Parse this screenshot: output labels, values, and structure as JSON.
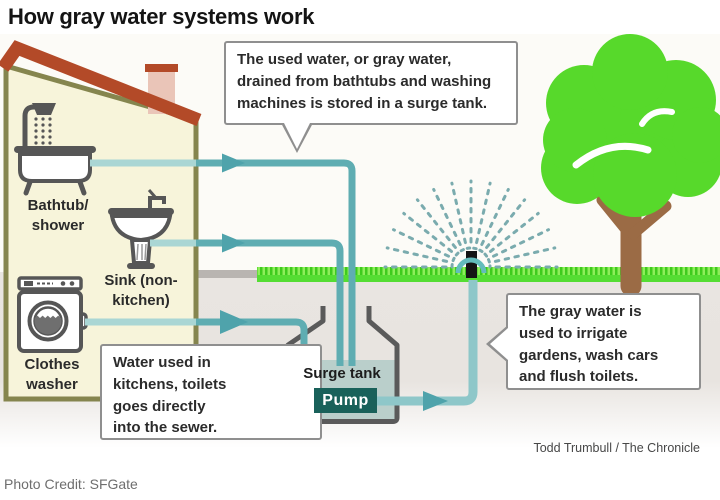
{
  "title": "How gray water systems work",
  "callouts": {
    "surge": "The used water, or gray water,\ndrained from bathtubs and washing\nmachines is stored in a surge tank.",
    "sewer": "Water used in\nkitchens, toilets\ngoes directly\ninto the sewer.",
    "irrigate": "The gray water is\nused to irrigate\ngardens, wash cars\nand flush toilets."
  },
  "labels": {
    "bathtub": "Bathtub/\nshower",
    "sink": "Sink (non-\nkitchen)",
    "washer": "Clothes\nwasher",
    "surge_tank": "Surge tank",
    "pump": "Pump"
  },
  "credits": {
    "artist": "Todd Trumbull / The Chronicle",
    "photo": "Photo Credit: SFGate"
  },
  "icons": [
    "house-icon",
    "roof-icon",
    "chimney-icon",
    "bathtub-shower-icon",
    "sink-icon",
    "clothes-washer-icon",
    "pipe-arrow-icon",
    "surge-tank-icon",
    "sprinkler-icon",
    "spray-icon",
    "grass-icon",
    "tree-icon"
  ],
  "colors": {
    "pipe_teal": "#5fadb2",
    "pipe_light": "#aad6d4",
    "riser_teal": "#8ec7c9",
    "pump_teal": "#19615a",
    "roof_red": "#b34a28",
    "wall_cream": "#f7f4da",
    "wall_border_olive": "#85854e",
    "tank_fill": "#bacfcb",
    "grass_green": "#55dd33",
    "tree_green": "#57d92b",
    "trunk_brown": "#9b6b45",
    "ground_gray": "#e9e5e1",
    "spray_teal": "#7aabae",
    "box_border": "#8f8f8f"
  }
}
